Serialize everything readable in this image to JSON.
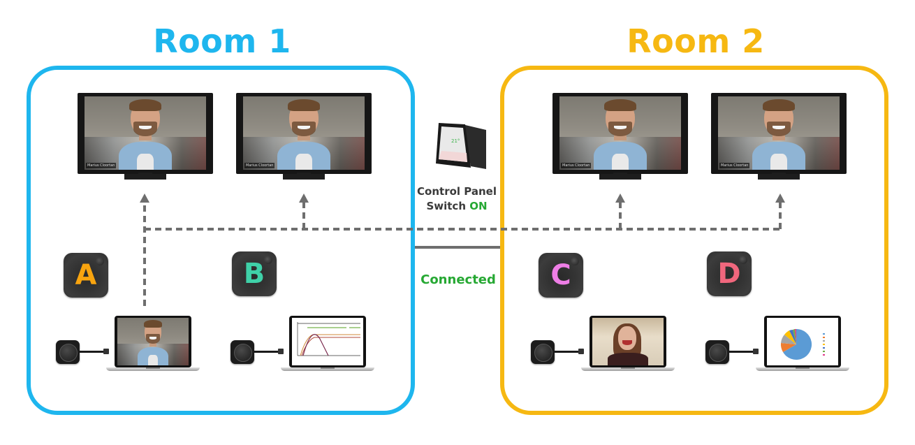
{
  "rooms": [
    {
      "title": "Room 1",
      "color": "#1eb6ee"
    },
    {
      "title": "Room 2",
      "color": "#f6b812"
    }
  ],
  "displays": [
    {
      "room": "Room 1",
      "caption": "Marius Cloortan"
    },
    {
      "room": "Room 1",
      "caption": "Marius Cloortan"
    },
    {
      "room": "Room 2",
      "caption": "Marius Cloortan"
    },
    {
      "room": "Room 2",
      "caption": "Marius Cloortan"
    }
  ],
  "buttons": [
    {
      "letter": "A",
      "color": "#f8a40f",
      "room": "Room 1",
      "laptop_content": "video call (man)"
    },
    {
      "letter": "B",
      "color": "#3fd1a8",
      "room": "Room 1",
      "laptop_content": "line chart"
    },
    {
      "letter": "C",
      "color": "#ee7ee6",
      "room": "Room 2",
      "laptop_content": "video call (woman)"
    },
    {
      "letter": "D",
      "color": "#f0677d",
      "room": "Room 2",
      "laptop_content": "pie chart"
    }
  ],
  "control_panel": {
    "line1": "Control Panel",
    "line2_prefix": "Switch ",
    "line2_status": "ON",
    "status_color": "#26a833"
  },
  "connection": {
    "label": "Connected",
    "color": "#26a833"
  },
  "colors": {
    "text_dark": "#3a3a3a",
    "dash_line": "#6e6e6e"
  }
}
